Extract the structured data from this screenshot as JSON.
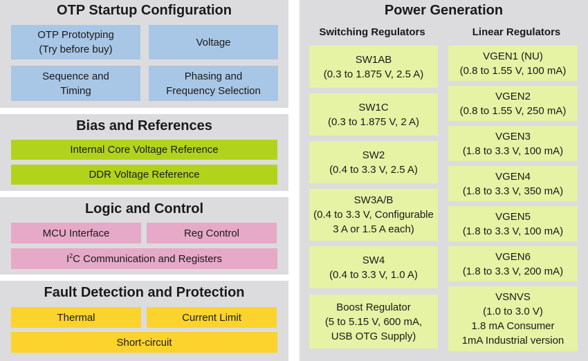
{
  "otp": {
    "title": "OTP Startup Configuration",
    "prototyping": [
      "OTP Prototyping",
      "(Try before buy)"
    ],
    "voltage": "Voltage",
    "sequence": [
      "Sequence and",
      "Timing"
    ],
    "phasing": [
      "Phasing and",
      "Frequency Selection"
    ]
  },
  "bias": {
    "title": "Bias and References",
    "core_ref": "Internal Core Voltage Reference",
    "ddr_ref": "DDR Voltage Reference"
  },
  "logic": {
    "title": "Logic and Control",
    "mcu": "MCU Interface",
    "reg": "Reg Control",
    "i2c_prefix": "I",
    "i2c_sup": "2",
    "i2c_rest": "C Communication and Registers"
  },
  "fault": {
    "title": "Fault Detection and Protection",
    "thermal": "Thermal",
    "current": "Current Limit",
    "short": "Short-circuit"
  },
  "power": {
    "title": "Power Generation",
    "switching_header": "Switching Regulators",
    "linear_header": "Linear Regulators",
    "switching": [
      [
        "SW1AB",
        "(0.3 to 1.875 V, 2.5 A)"
      ],
      [
        "SW1C",
        "(0.3 to 1.875 V, 2 A)"
      ],
      [
        "SW2",
        "(0.4 to 3.3 V, 2.5 A)"
      ],
      [
        "SW3A/B",
        "(0.4 to 3.3 V, Configurable",
        "3 A or 1.5 A each)"
      ],
      [
        "SW4",
        "(0.4 to 3.3 V, 1.0 A)"
      ],
      [
        "Boost Regulator",
        "(5 to 5.15 V, 600 mA,",
        "USB OTG Supply)"
      ]
    ],
    "linear": [
      [
        "VGEN1 (NU)",
        "(0.8 to 1.55 V, 100 mA)"
      ],
      [
        "VGEN2",
        "(0.8 to 1.55 V, 250 mA)"
      ],
      [
        "VGEN3",
        "(1.8 to 3.3 V, 100 mA)"
      ],
      [
        "VGEN4",
        "(1.8 to 3.3 V, 350 mA)"
      ],
      [
        "VGEN5",
        "(1.8 to 3.3 V, 100 mA)"
      ],
      [
        "VGEN6",
        "(1.8 to 3.3 V, 200 mA)"
      ],
      [
        "VSNVS",
        "(1.0 to 3.0 V)",
        "1.8 mA Consumer",
        "1mA Industrial version"
      ]
    ]
  },
  "colors": {
    "panel": "#dcdcdf",
    "otp_box": "#a8c6e6",
    "bias_box": "#b2d31c",
    "logic_box": "#e6a9c7",
    "fault_box": "#fbd32c",
    "regulator_box": "#e6f2a4"
  }
}
